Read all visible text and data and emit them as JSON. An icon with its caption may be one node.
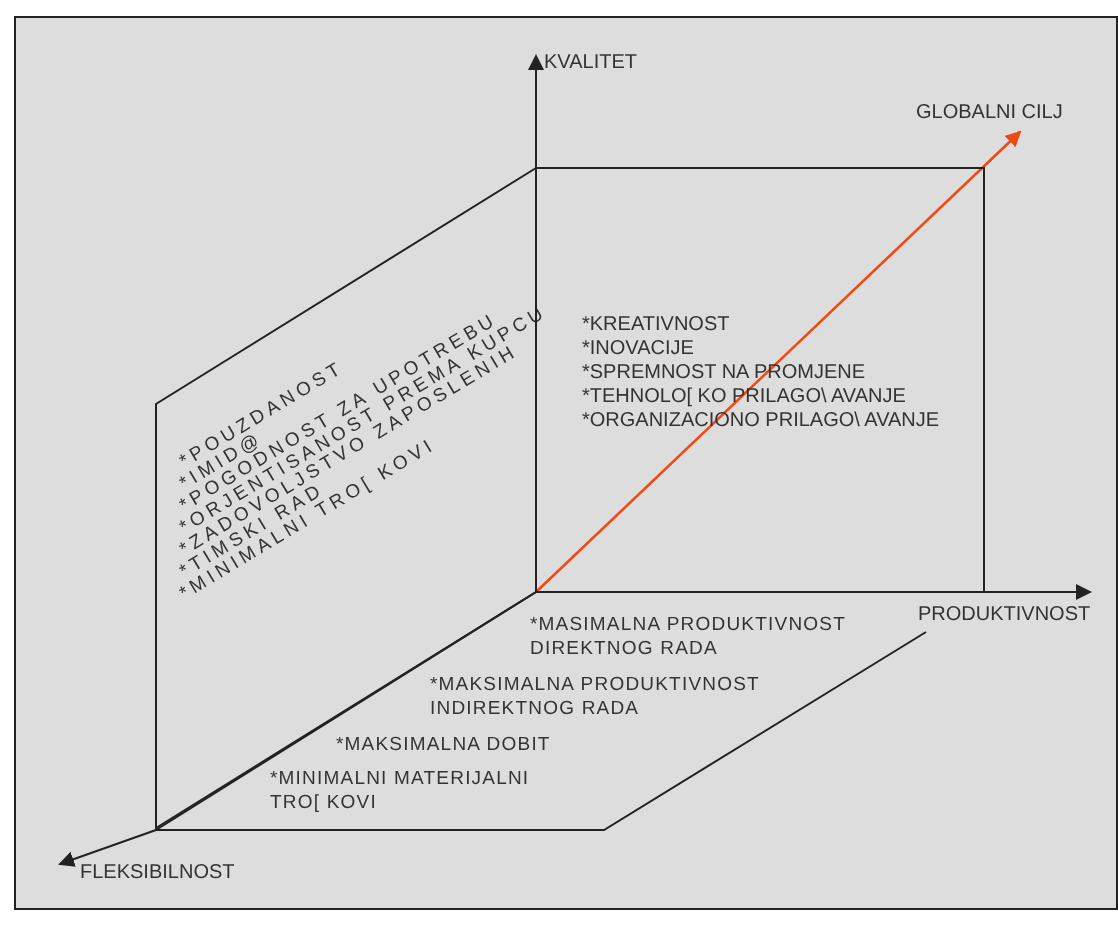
{
  "diagram": {
    "nodes": [
      {
        "text": [
          "*POUZDANOST",
          "*IMID@",
          "*POGODNOST ZA UPOTREBU",
          "*ORJENTISANOST PREMA KUPCU",
          "*ZADOVOLJSTVO ZAPOSLENIH",
          "*TIMSKI RAD",
          "*MINIMALNI TRO[ KOVI"
        ]
      },
      {
        "text": [
          "*KREATIVNOST",
          "*INOVACIJE",
          "*SPREMNOST NA PROMJENE",
          "*TEHNOLO[ KO PRILAGO\\ AVANJE",
          "*ORGANIZACIONO PRILAGO\\ AVANJE"
        ]
      },
      {
        "text": [
          "*MASIMALNA PRODUKTIVNOST DIREKTNOG RADA",
          "*MAKSIMALNA PRODUKTIVNOST INDIREKTNOG RADA",
          "*MAKSIMALNA DOBIT",
          "*MINIMALNI MATERIJALNI TRO[ KOVI"
        ]
      }
    ],
    "labels": [
      "KVALITET",
      "GLOBALNI CILJ",
      "PRODUKTIVNOST",
      "FLEKSIBILNOST"
    ]
  }
}
